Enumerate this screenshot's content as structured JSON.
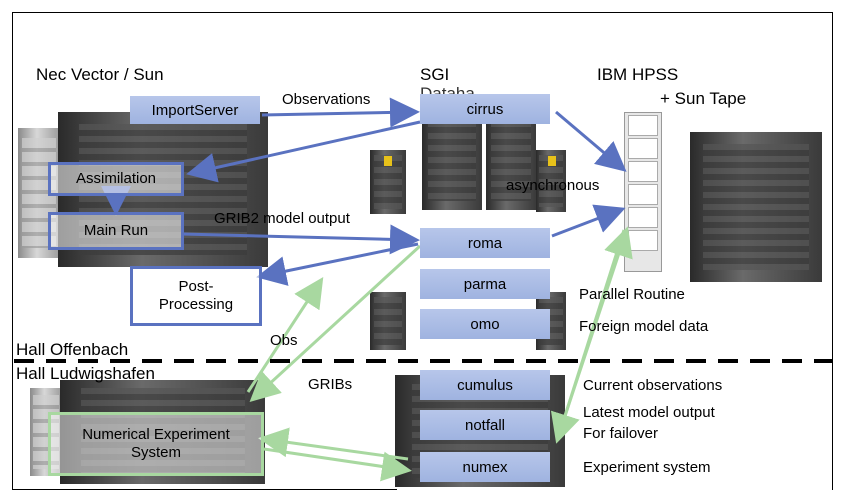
{
  "sites": {
    "nec": "Nec Vector / Sun",
    "sgi": "SGI",
    "sgi_overlap": "Dataha",
    "ibm": "IBM HPSS",
    "suntape": "+ Sun Tape",
    "hall_offenbach": "Hall Offenbach",
    "hall_ludwigshafen": "Hall Ludwigshafen"
  },
  "nec_boxes": {
    "importserver": "ImportServer",
    "assimilation": "Assimilation",
    "mainrun": "Main Run",
    "postprocessing_1": "Post-",
    "postprocessing_2": "Processing",
    "numexp_1": "Numerical Experiment",
    "numexp_2": "System"
  },
  "sgi_boxes": {
    "cirrus": "cirrus",
    "roma": "roma",
    "parma": "parma",
    "omo": "omo",
    "cumulus": "cumulus",
    "notfall": "notfall",
    "numex": "numex"
  },
  "arrow_labels": {
    "observations": "Observations",
    "grib2": "GRIB2 model output",
    "asynchronous": "asynchronous",
    "obs": "Obs",
    "gribs": "GRIBs"
  },
  "descriptions": {
    "parallel": "Parallel Routine",
    "foreign": "Foreign model data",
    "current_obs": "Current observations",
    "latest_1": "Latest model output",
    "latest_2": "For failover",
    "experiment": "Experiment system"
  },
  "colors": {
    "arrow_blue": "#5a72c0",
    "arrow_green": "#a8d8a0",
    "box_fill": "#a9bbe4"
  }
}
